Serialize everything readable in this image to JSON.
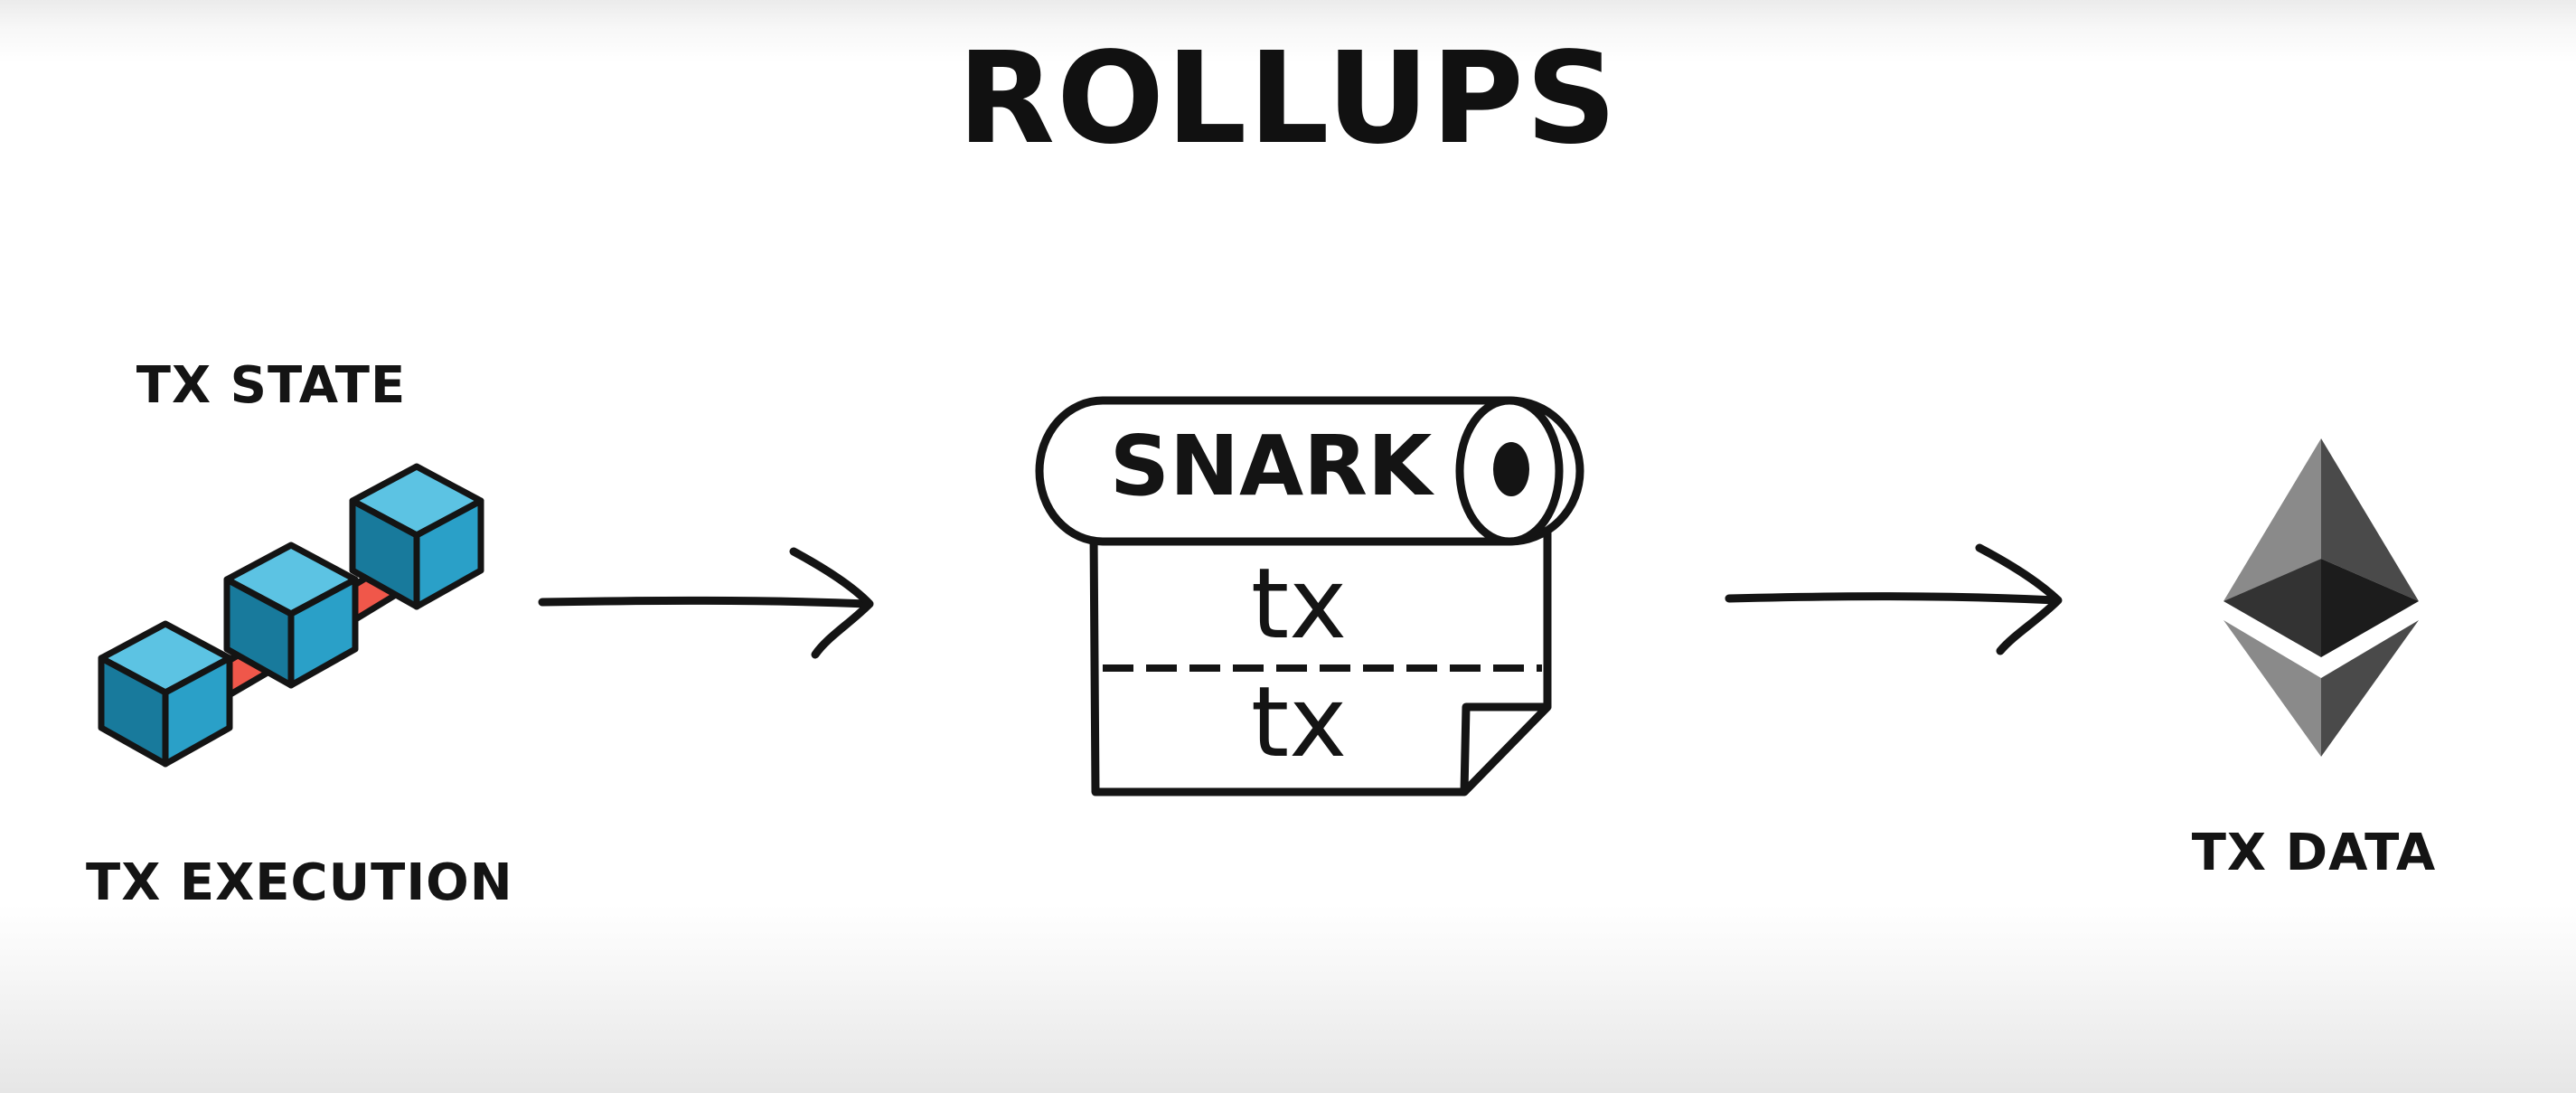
{
  "title": "ROLLUPS",
  "labels": {
    "tx_state": "TX STATE",
    "tx_execution": "TX EXECUTION",
    "tx_data": "TX DATA"
  },
  "scroll": {
    "header": "SNARK",
    "rows": [
      "tx",
      "tx"
    ]
  },
  "colors": {
    "cube_front": "#2aa0c8",
    "cube_top": "#5cc3e3",
    "cube_side": "#187a9c",
    "link": "#f0574a",
    "ink": "#141414"
  },
  "icons": {
    "chain": "blockchain-cubes-icon",
    "scroll": "snark-scroll-icon",
    "eth": "ethereum-icon",
    "arrow": "right-arrow-icon"
  }
}
